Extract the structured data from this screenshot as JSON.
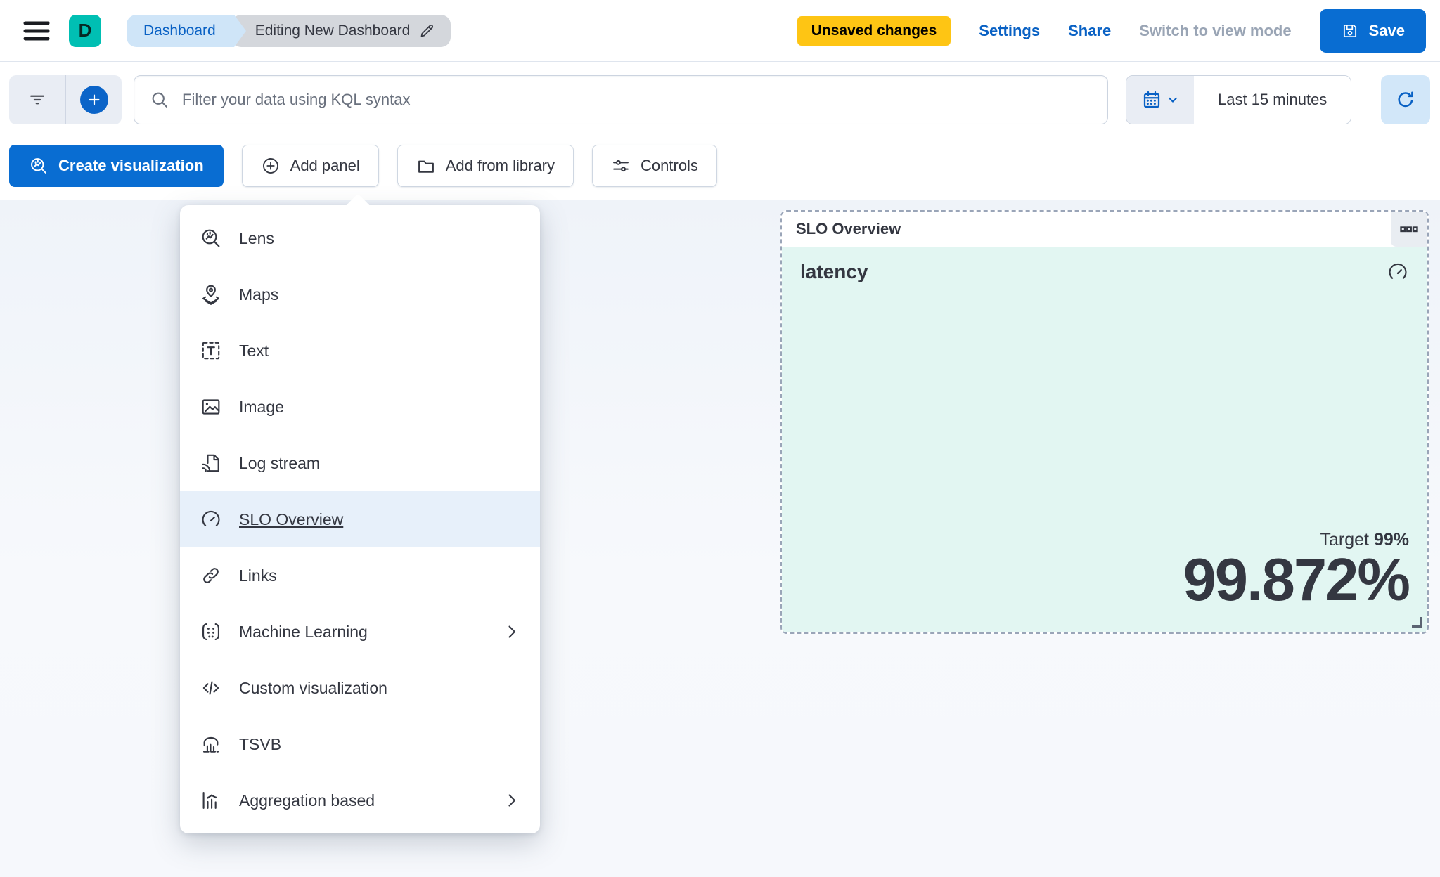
{
  "header": {
    "logo_letter": "D",
    "breadcrumbs": [
      {
        "label": "Dashboard"
      },
      {
        "label": "Editing New Dashboard"
      }
    ],
    "unsaved_badge": "Unsaved changes",
    "settings_link": "Settings",
    "share_link": "Share",
    "view_mode_link": "Switch to view mode",
    "save_label": "Save"
  },
  "toolbar": {
    "search_placeholder": "Filter your data using KQL syntax",
    "time_range": "Last 15 minutes"
  },
  "actions": {
    "create_visualization": "Create visualization",
    "add_panel": "Add panel",
    "add_from_library": "Add from library",
    "controls": "Controls"
  },
  "panel_menu": {
    "items": [
      {
        "label": "Lens",
        "icon": "lens-icon",
        "selected": false,
        "has_submenu": false
      },
      {
        "label": "Maps",
        "icon": "maps-icon",
        "selected": false,
        "has_submenu": false
      },
      {
        "label": "Text",
        "icon": "text-icon",
        "selected": false,
        "has_submenu": false
      },
      {
        "label": "Image",
        "icon": "image-icon",
        "selected": false,
        "has_submenu": false
      },
      {
        "label": "Log stream",
        "icon": "log-stream-icon",
        "selected": false,
        "has_submenu": false
      },
      {
        "label": "SLO Overview",
        "icon": "slo-gauge-icon",
        "selected": true,
        "has_submenu": false
      },
      {
        "label": "Links",
        "icon": "links-icon",
        "selected": false,
        "has_submenu": false
      },
      {
        "label": "Machine Learning",
        "icon": "machine-learning-icon",
        "selected": false,
        "has_submenu": true
      },
      {
        "label": "Custom visualization",
        "icon": "code-icon",
        "selected": false,
        "has_submenu": false
      },
      {
        "label": "TSVB",
        "icon": "tsvb-icon",
        "selected": false,
        "has_submenu": false
      },
      {
        "label": "Aggregation based",
        "icon": "aggregation-icon",
        "selected": false,
        "has_submenu": true
      }
    ]
  },
  "slo_panel": {
    "title": "SLO Overview",
    "metric_name": "latency",
    "target_label": "Target",
    "target_value": "99%",
    "value": "99.872%"
  },
  "colors": {
    "primary_blue": "#096dd2",
    "link_blue": "#0961c4",
    "warning_yellow": "#FEC514",
    "brand_teal": "#00BFB3",
    "panel_teal_bg": "#e2f6f2",
    "menu_highlight": "#e7f0fa",
    "text": "#343741",
    "disabled_text": "#9aa5b5"
  }
}
